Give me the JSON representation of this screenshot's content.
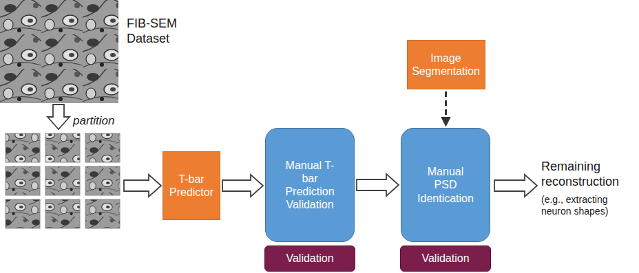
{
  "diagram": {
    "nodes": [
      {
        "text": [
          "T-bar Predictor"
        ]
      },
      {
        "text": [
          "Manual T-bar Prediction Validation"
        ]
      },
      {
        "text": [
          "Validation"
        ]
      },
      {
        "text": [
          "Image Segmentation"
        ]
      },
      {
        "text": [
          "Manual PSD Identication"
        ]
      },
      {
        "text": [
          "Validation"
        ]
      }
    ],
    "edges": [
      {
        "from": 0,
        "to": 1,
        "arrow": "to"
      },
      {
        "from": 1,
        "to": 4,
        "arrow": "to"
      },
      {
        "from": 3,
        "to": 4,
        "arrow": "to"
      }
    ],
    "labels": [
      "FIB-SEM Dataset",
      "partition",
      "Remaining reconstruction",
      "(e.g., extracting neuron shapes)"
    ]
  }
}
